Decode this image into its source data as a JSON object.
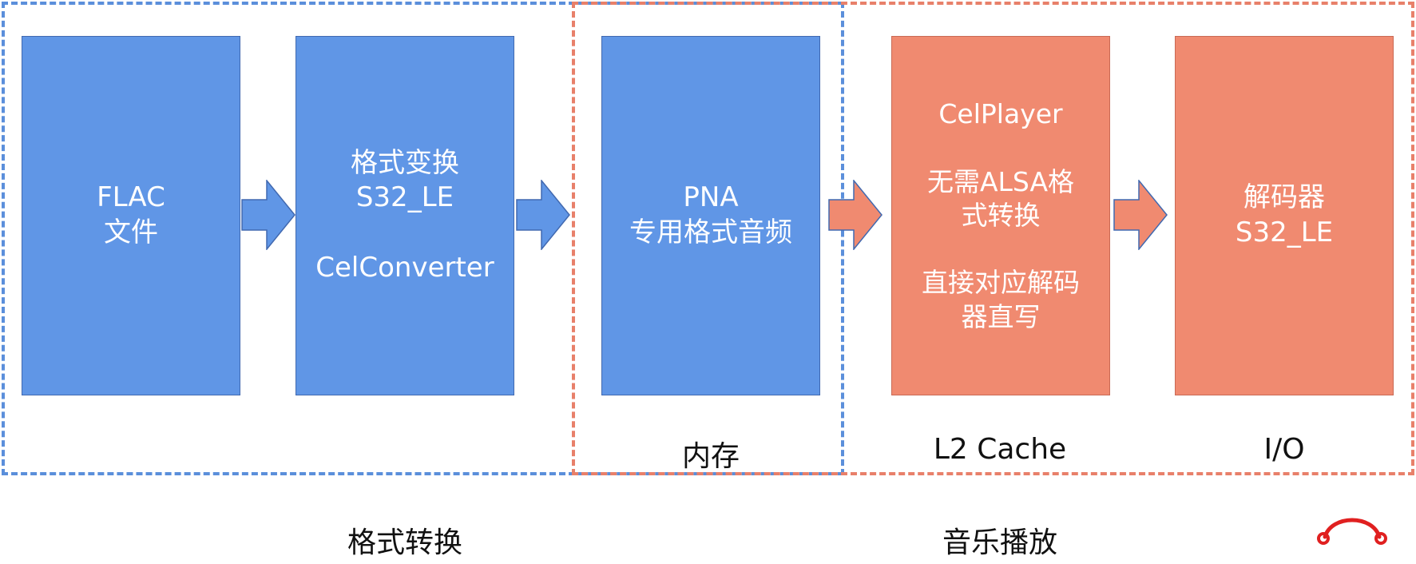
{
  "colors": {
    "blue_fill": "#6096E6",
    "blue_border": "#5B8FDB",
    "red_fill": "#F08A70",
    "red_border": "#E8806A",
    "logo": "#E02020"
  },
  "boxes": {
    "flac": "FLAC\n文件",
    "convert": "格式变换\nS32_LE\n\nCelConverter",
    "pna": "PNA\n专用格式音频",
    "celplayer": "CelPlayer\n\n无需ALSA格\n式转换\n\n直接对应解码\n器直写",
    "decoder": "解码器\nS32_LE"
  },
  "stage_labels": {
    "memory": "内存",
    "l2cache": "L2 Cache",
    "io": "I/O"
  },
  "group_labels": {
    "format_conversion": "格式转换",
    "music_playback": "音乐播放"
  },
  "icons": {
    "logo": "headphones-logo-icon"
  }
}
